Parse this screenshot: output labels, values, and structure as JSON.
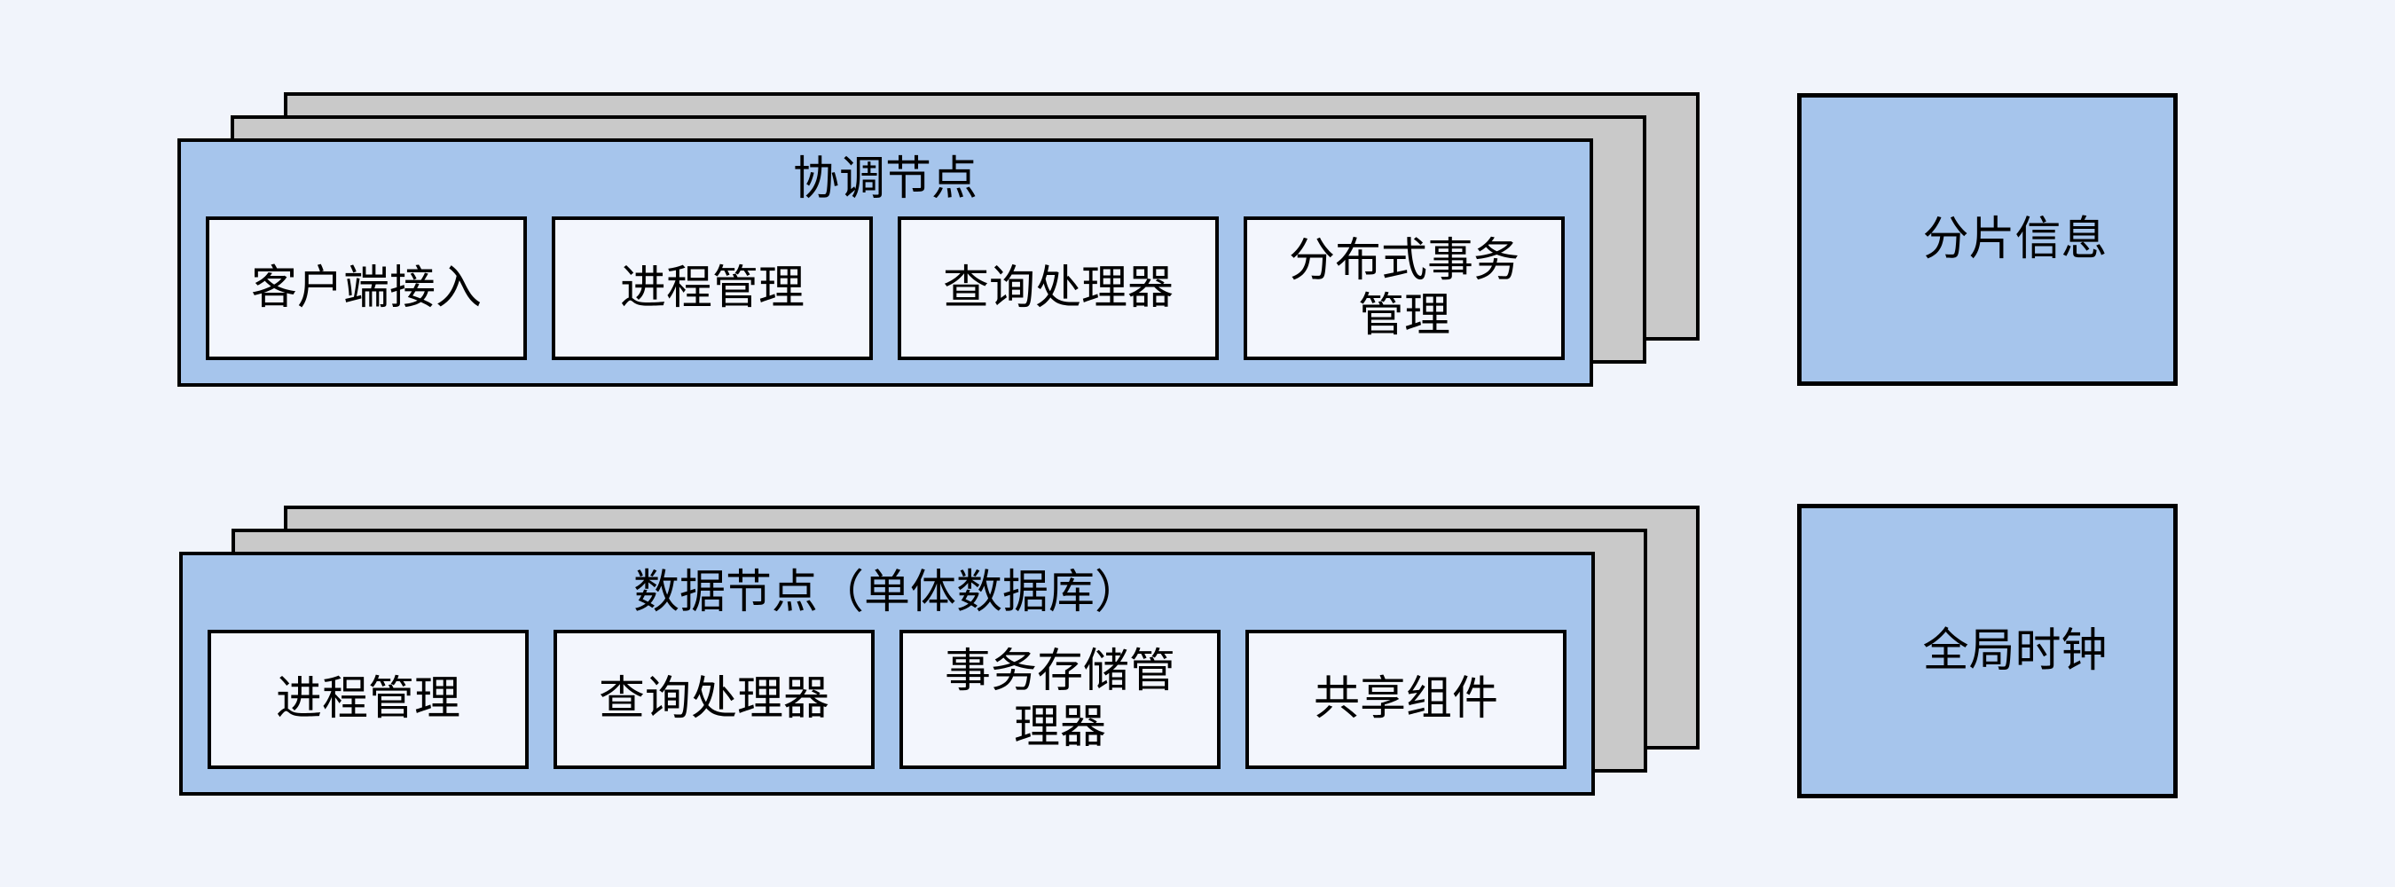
{
  "diagram": {
    "background_color": "#f1f4fb",
    "palette": {
      "card_blue": "#a6c5ec",
      "stack_gray": "#c9c9c9",
      "module_fill": "#f3f6fd",
      "border": "#000000",
      "text": "#000000"
    }
  },
  "groups": [
    {
      "title": "协调节点",
      "boxes": [
        "客户端接入",
        "进程管理",
        "查询处理器",
        "分布式事务\n管理"
      ]
    },
    {
      "title": "数据节点（单体数据库）",
      "boxes": [
        "进程管理",
        "查询处理器",
        "事务存储管\n理器",
        "共享组件"
      ]
    }
  ],
  "side_boxes": [
    {
      "label": "分片信息"
    },
    {
      "label": "全局时钟"
    }
  ]
}
